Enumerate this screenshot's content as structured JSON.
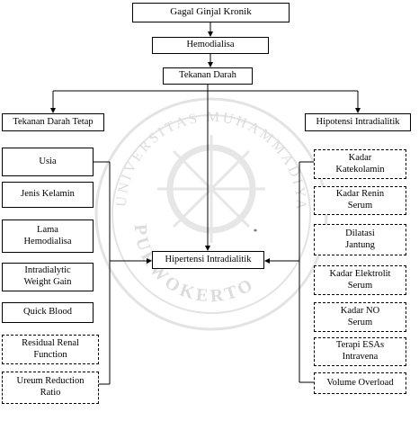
{
  "nodes": {
    "root": "Gagal Ginjal Kronik",
    "hemodialisa": "Hemodialisa",
    "tekanan": "Tekanan Darah",
    "tetap": "Tekanan Darah Tetap",
    "hipotensi": "Hipotensi Intradialitik",
    "hipertensi": "Hipertensi Intradialitik"
  },
  "left_factors": [
    "Usia",
    "Jenis Kelamin",
    "Lama\nHemodialisa",
    "Intradialytic\nWeight Gain",
    "Quick Blood",
    "Residual Renal\nFunction",
    "Ureum Reduction\nRatio"
  ],
  "right_factors": [
    "Kadar\nKatekolamin",
    "Kadar Renin\nSerum",
    "Dilatasi\nJantung",
    "Kadar Elektrolit\nSerum",
    "Kadar NO\nSerum",
    "Terapi ESAs\nIntravena",
    "Volume Overload"
  ],
  "watermark": {
    "top_text": "UNIVERSITAS MUHAMMADIYAH",
    "bottom_text": "PURWOKERTO",
    "color": "#d9d9d9"
  },
  "marker": "*"
}
